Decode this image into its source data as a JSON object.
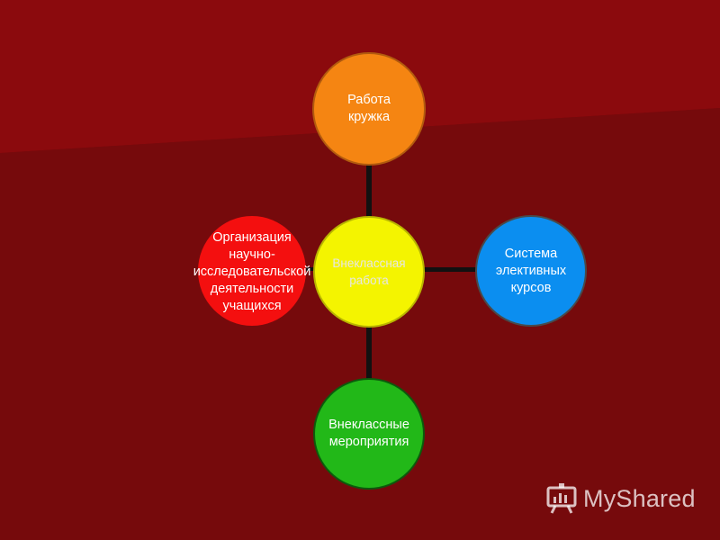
{
  "diagram": {
    "center": {
      "label": "Внеклассная\nработа",
      "color": "#f4f400"
    },
    "top": {
      "label": "Работа\nкружка",
      "color": "#f58512"
    },
    "right": {
      "label": "Система\nэлективных\nкурсов",
      "color": "#0b8ef0"
    },
    "left": {
      "label": "Организация\nнаучно-\nисследовательской\nдеятельности\nучащихся",
      "color": "#f40f0f"
    },
    "bottom": {
      "label": "Внеклассные\nмероприятия",
      "color": "#22b818"
    }
  },
  "watermark": {
    "text": "MyShared"
  }
}
